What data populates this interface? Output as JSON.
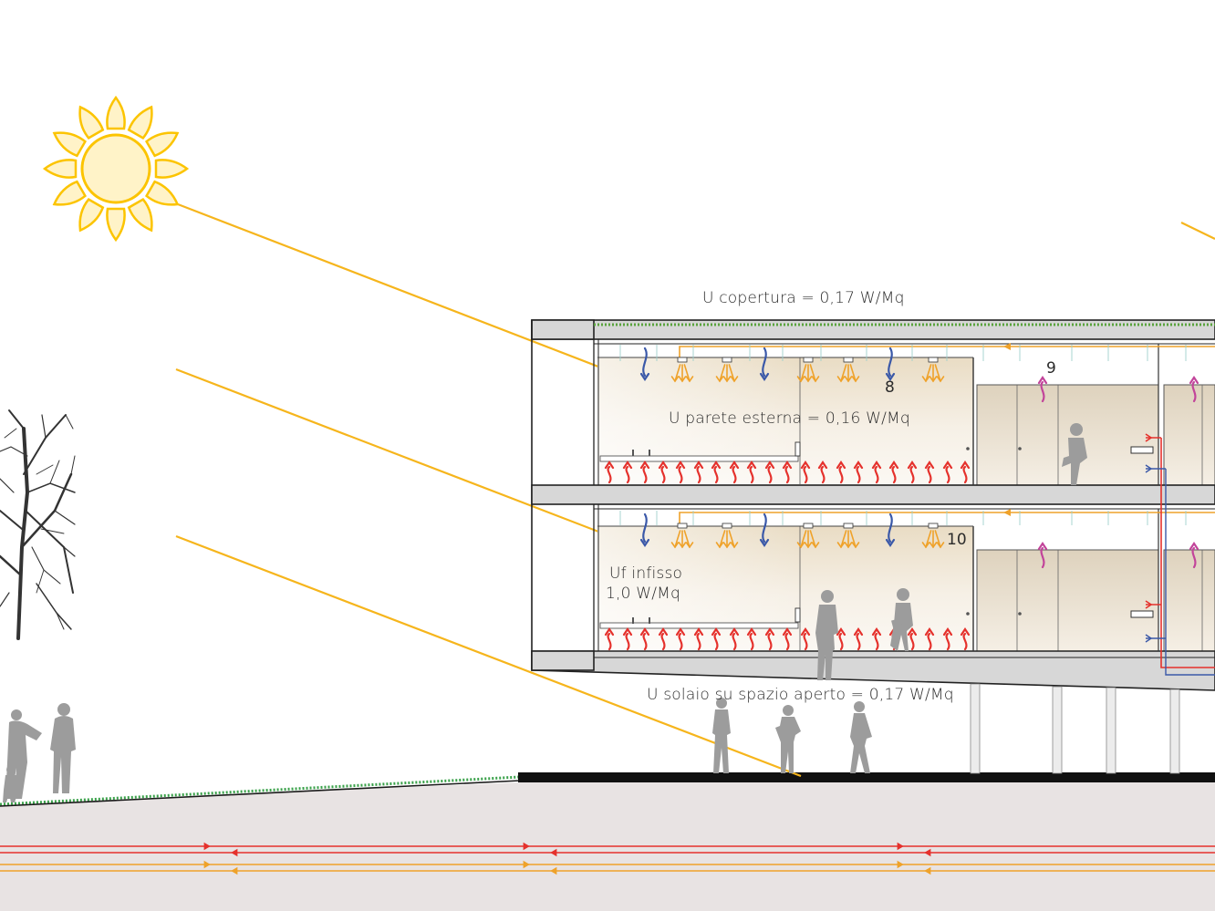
{
  "labels": {
    "roof": "U copertura = 0,17 W/Mq",
    "wall": "U parete esterna = 0,16 W/Mq",
    "window_line1": "Uf infisso",
    "window_line2": "1,0 W/Mq",
    "slab": "U solaio su spazio aperto = 0,17 W/Mq"
  },
  "markers": {
    "m8": "8",
    "m9": "9",
    "m10": "10"
  },
  "colors": {
    "sun": "#fcc400",
    "sun_ray": "#f6b51c",
    "heat_red": "#e5312c",
    "cool_blue": "#3a58a8",
    "warm_orange": "#efa22a",
    "extract_magenta": "#c2449a",
    "green_roof": "#5aa33e",
    "structure": "#d7d7d7",
    "room_fill": "#efe6d6",
    "ground": "#e8e3e3",
    "people": "#9c9c9c"
  },
  "icons": [
    "sun-icon",
    "tree-icon",
    "person-icon",
    "heat-arrow-icon",
    "cool-arrow-icon",
    "air-diffuser-icon"
  ]
}
